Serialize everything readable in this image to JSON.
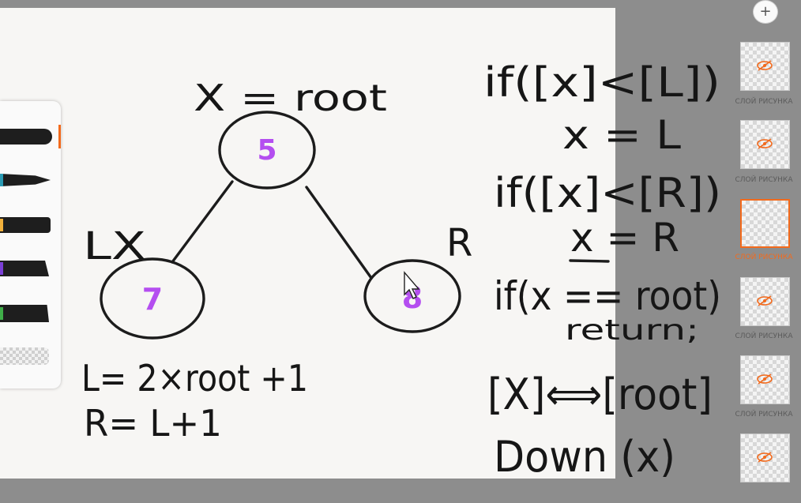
{
  "canvas": {
    "tree": {
      "root_label": "X = root",
      "root_value": "5",
      "left_label": "LX",
      "left_value": "7",
      "right_label": "R",
      "right_value": "8"
    },
    "formulas": {
      "left": "L= 2×root +1",
      "right": "R= L+1"
    },
    "code": {
      "line1": "if([x]<[L])",
      "line2": "x = L",
      "line3": "if([x]<[R])",
      "line4": "x = R",
      "line5": "if(x == root)",
      "line6": "return;",
      "line7": "[X]⟺[root]",
      "line8": "Down (x)"
    }
  },
  "brushes": {
    "accent_colors": [
      "#2b9bb4",
      "#f2b13c",
      "#7a3fd6",
      "#3fae49"
    ],
    "active_color": "#f36a1c"
  },
  "layers": {
    "add_label": "+",
    "items": [
      {
        "label": "СЛОЙ РИСУНКА",
        "active": false
      },
      {
        "label": "СЛОЙ РИСУНКА",
        "active": false
      },
      {
        "label": "СЛОЙ РИСУНКА",
        "active": true
      },
      {
        "label": "СЛОЙ РИСУНКА",
        "active": false
      },
      {
        "label": "СЛОЙ РИСУНКА",
        "active": false
      },
      {
        "label": "",
        "active": false
      }
    ],
    "accent": "#f36a1c"
  }
}
